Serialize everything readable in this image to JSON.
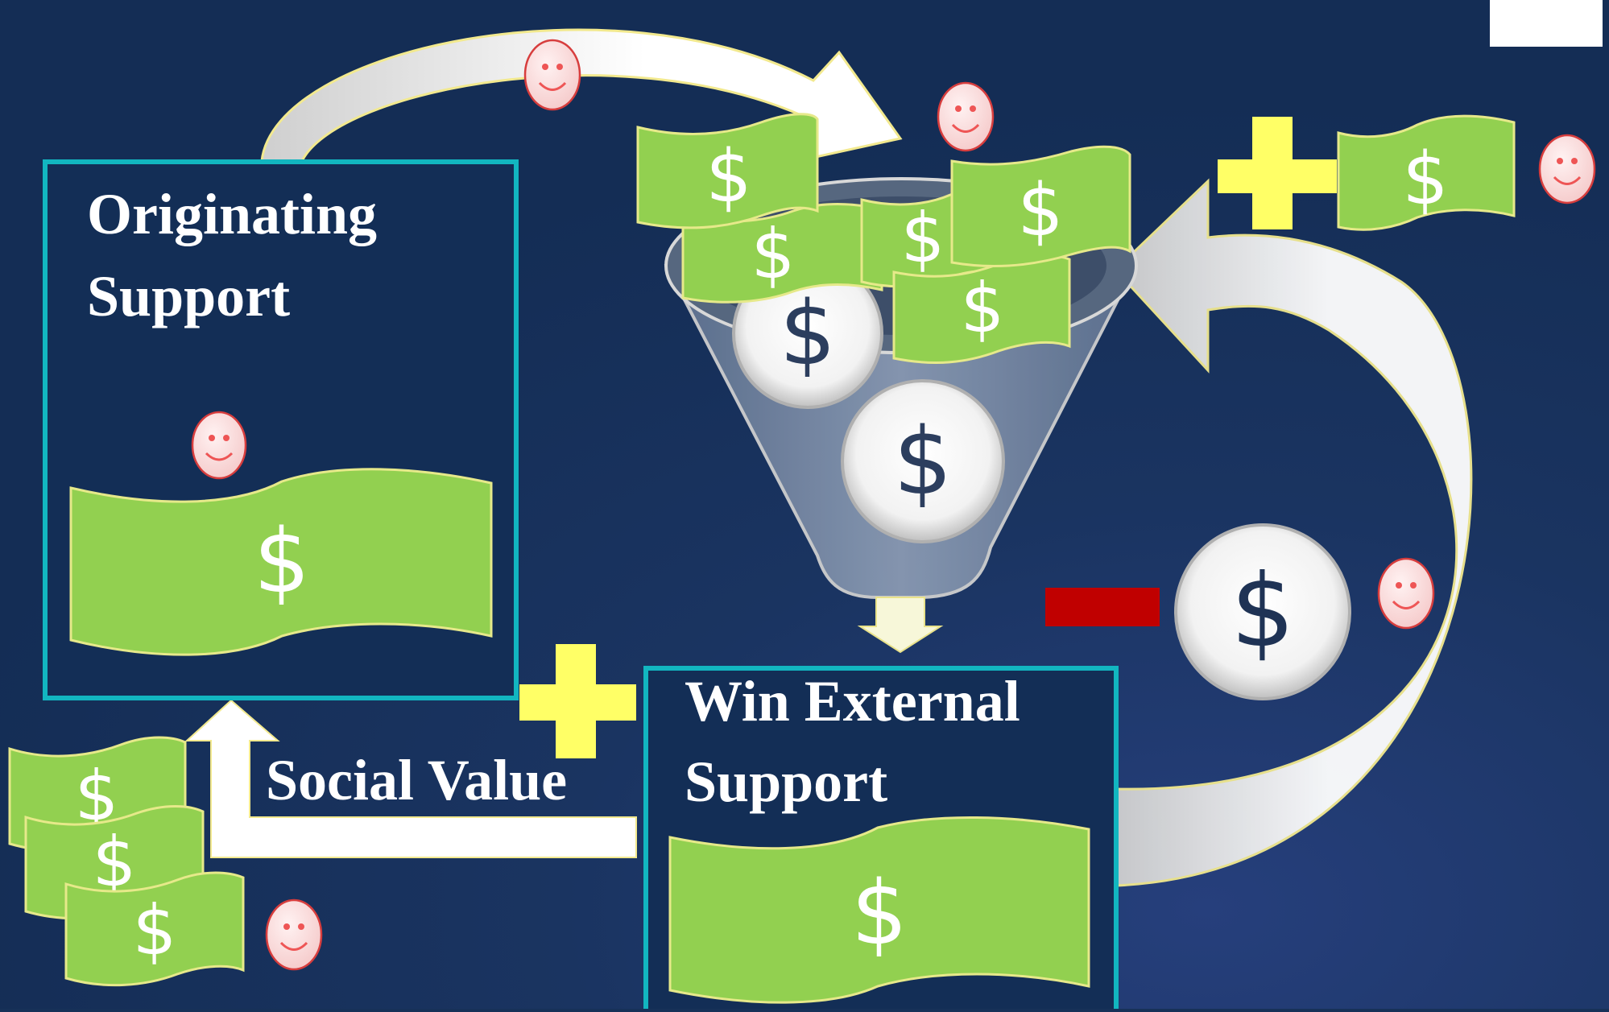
{
  "boxes": {
    "originating": {
      "line1": "Originating",
      "line2": "Support"
    },
    "external": {
      "line1": "Win External",
      "line2": "Support"
    }
  },
  "labels": {
    "social_value": "Social Value"
  },
  "symbols": {
    "currency": "$",
    "plus": "+",
    "minus": "−"
  },
  "colors": {
    "background": "#173158",
    "box_border": "#12b6c0",
    "bill_green": "#92d050",
    "plus_yellow": "#ffff66",
    "minus_red": "#c00000",
    "arrow_fill": "#ffffff",
    "smiley": "#f8d8d8"
  },
  "icons": [
    "smiley-face-icon",
    "dollar-bill-icon",
    "dollar-coin-icon",
    "funnel-icon",
    "plus-icon",
    "minus-icon"
  ]
}
